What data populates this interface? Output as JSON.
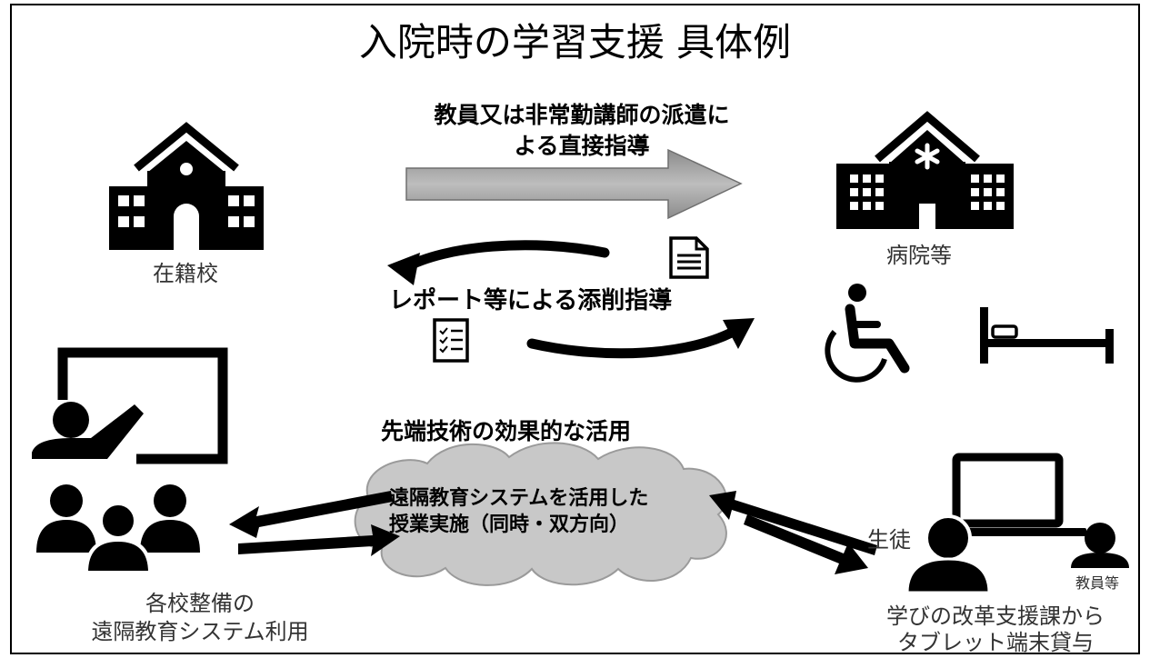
{
  "title": "入院時の学習支援 具体例",
  "dispatch": {
    "label_line1": "教員又は非常勤講師の派遣に",
    "label_line2": "よる直接指導"
  },
  "school": {
    "label": "在籍校"
  },
  "hospital": {
    "label": "病院等"
  },
  "correction": {
    "label": "レポート等による添削指導"
  },
  "tech": {
    "heading": "先端技術の効果的な活用",
    "cloud_line1": "遠隔教育システムを活用した",
    "cloud_line2": "授業実施（同時・双方向）"
  },
  "left_group": {
    "line1": "各校整備の",
    "line2": "遠隔教育システム利用"
  },
  "right_group": {
    "student_label": "生徒",
    "teacher_label": "教員等",
    "line1": "学びの改革支援課から",
    "line2": "タブレット端末貸与"
  },
  "colors": {
    "stroke": "#000000",
    "arrow_fill": "#a6a6a6",
    "cloud_fill": "#c8c8c8",
    "label_text": "#333333"
  },
  "icons": [
    "school-building-icon",
    "hospital-building-icon",
    "document-icon",
    "checklist-icon",
    "wheelchair-icon",
    "bed-icon",
    "teacher-whiteboard-icon",
    "students-group-icon",
    "laptop-icon",
    "student-icon",
    "teacher-icon"
  ]
}
